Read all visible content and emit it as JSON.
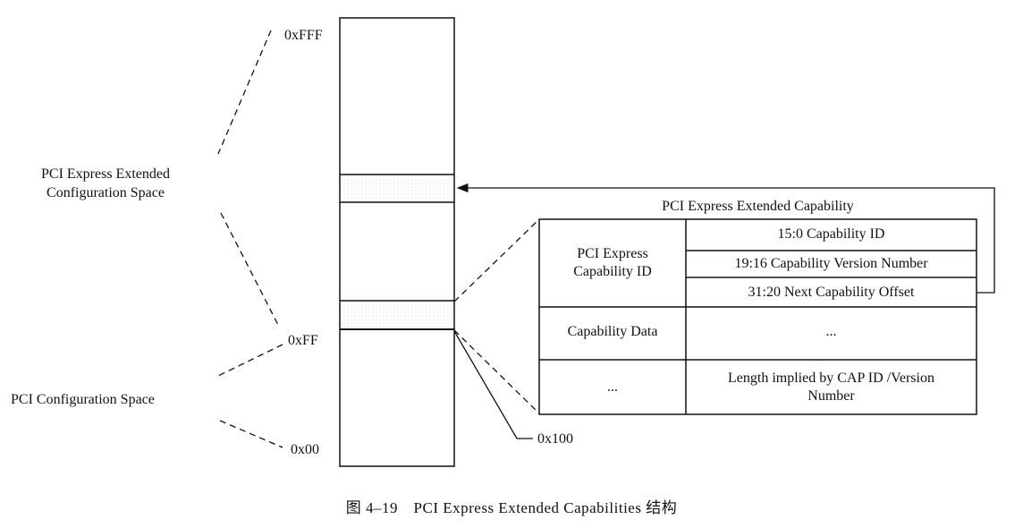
{
  "memory_map": {
    "addr_fff": "0xFFF",
    "addr_ff": "0xFF",
    "addr_00": "0x00",
    "addr_100": "0x100",
    "extended_space_label_line1": "PCI Express Extended",
    "extended_space_label_line2": "Configuration Space",
    "config_space_label": "PCI Configuration Space"
  },
  "capability_table": {
    "title": "PCI Express Extended Capability",
    "header_cell_line1": "PCI Express",
    "header_cell_line2": "Capability ID",
    "field_cap_id": "15:0 Capability ID",
    "field_version": "19:16 Capability Version Number",
    "field_next_offset": "31:20 Next Capability Offset",
    "data_cell": "Capability Data",
    "data_value": "...",
    "ellipsis_cell": "...",
    "length_line1": "Length implied by CAP ID /Version",
    "length_line2": "Number"
  },
  "caption": "图 4–19　PCI Express Extended Capabilities 结构"
}
